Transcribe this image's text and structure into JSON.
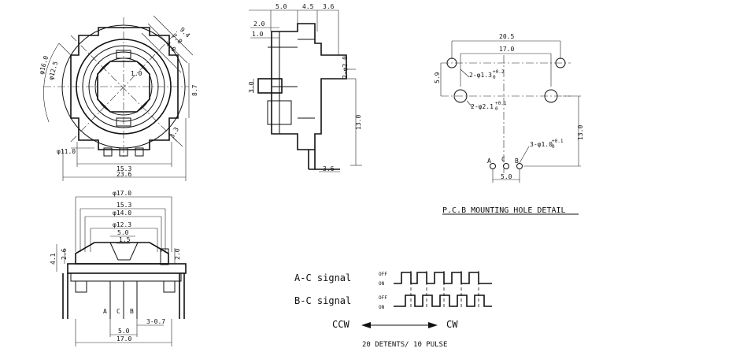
{
  "dims": {
    "d_16": "φ16.0",
    "d_12_5": "φ12.5",
    "d_9_4": "9.4",
    "d_7_8": "7.8",
    "d_4_0": "4.0",
    "d_1_0_top": "1.0",
    "d_8_7": "8.7",
    "d_3_3": "3.3",
    "d_11_0": "φ11.0",
    "d_15_3": "15.3",
    "d_23_6": "23.6",
    "side_5_0": "5.0",
    "side_4_5": "4.5",
    "side_3_6_top": "3.6",
    "side_2_0": "2.0",
    "side_1_0": "1.0",
    "side_3_0": "3.0",
    "side_2_phi2": "2-φ2.0",
    "side_13_0": "13.0",
    "side_3_6_bot": "3.6",
    "front_17": "φ17.0",
    "front_15_3": "15.3",
    "front_14": "φ14.0",
    "front_12_3": "φ12.3",
    "front_5_0": "5.0",
    "front_1_5": "1.5",
    "front_4_1": "4.1",
    "front_2_6": "2.6",
    "front_2_0": "2.0",
    "front_3_07": "3-0.7",
    "front_5_0_bot": "5.0",
    "front_17_bot": "17.0",
    "pcb_20_5": "20.5",
    "pcb_17_0": "17.0",
    "pcb_5_9": "5.9",
    "pcb_2_13": "2-φ1.3",
    "pcb_2_21": "2-φ2.1",
    "pcb_3_1": "3-φ1.0",
    "pcb_13_0": "13.0",
    "pcb_5_0": "5.0",
    "tol_13": "+0.2",
    "tol_13b": "0",
    "tol_21": "+0.1",
    "tol_21b": "0",
    "tol_10": "+0.1",
    "tol_10b": "0"
  },
  "pins": {
    "a": "A",
    "c": "C",
    "b": "B"
  },
  "pcb": {
    "title": "P.C.B MOUNTING HOLE DETAIL"
  },
  "signals": {
    "ac_label": "A-C signal",
    "bc_label": "B-C signal",
    "off": "OFF",
    "on": "ON",
    "ccw": "CCW",
    "cw": "CW",
    "footer": "20 DETENTS/ 10 PULSE"
  },
  "chart_data": {
    "type": "diagram",
    "title": "",
    "detents": 20,
    "pulses": 10,
    "pcb_holes": [
      {
        "label": "2-φ1.3",
        "count": 2
      },
      {
        "label": "2-φ2.1",
        "count": 2
      },
      {
        "label": "3-φ1.0",
        "count": 3
      }
    ]
  }
}
